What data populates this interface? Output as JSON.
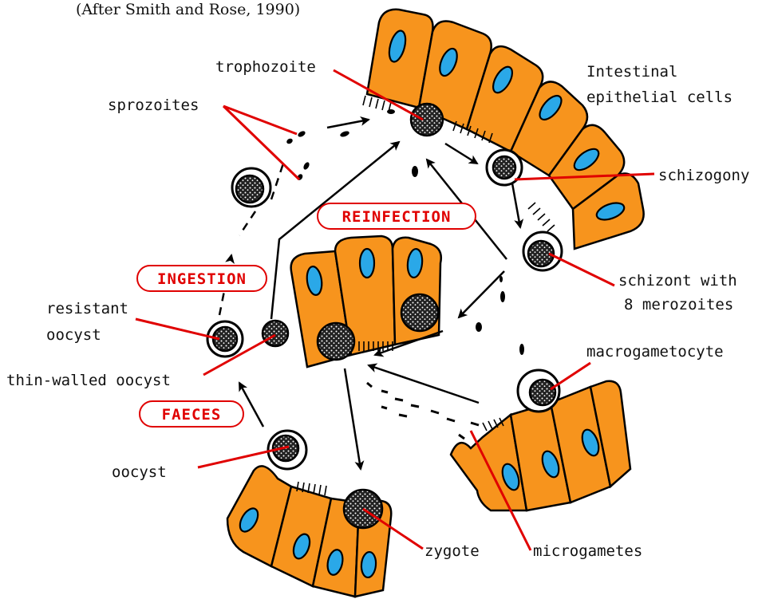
{
  "citation": "(After Smith and Rose, 1990)",
  "stages": {
    "reinfection": "REINFECTION",
    "ingestion": "INGESTION",
    "faeces": "FAECES"
  },
  "labels": {
    "trophozoite": "trophozoite",
    "intestinal_line1": "Intestinal",
    "intestinal_line2": "epithelial cells",
    "sprozoites": "sprozoites",
    "schizogony": "schizogony",
    "schizont_line1": "schizont with",
    "schizont_line2": "8 merozoites",
    "resistant_line1": "resistant",
    "resistant_line2": "oocyst",
    "thin_walled": "thin-walled oocyst",
    "macrogametocyte": "macrogametocyte",
    "oocyst": "oocyst",
    "zygote": "zygote",
    "microgametes": "microgametes"
  },
  "colors": {
    "cell_fill": "#f7941d",
    "nucleus_fill": "#2aa8e8",
    "label_line": "#e00000",
    "stage_text": "#e00000"
  }
}
